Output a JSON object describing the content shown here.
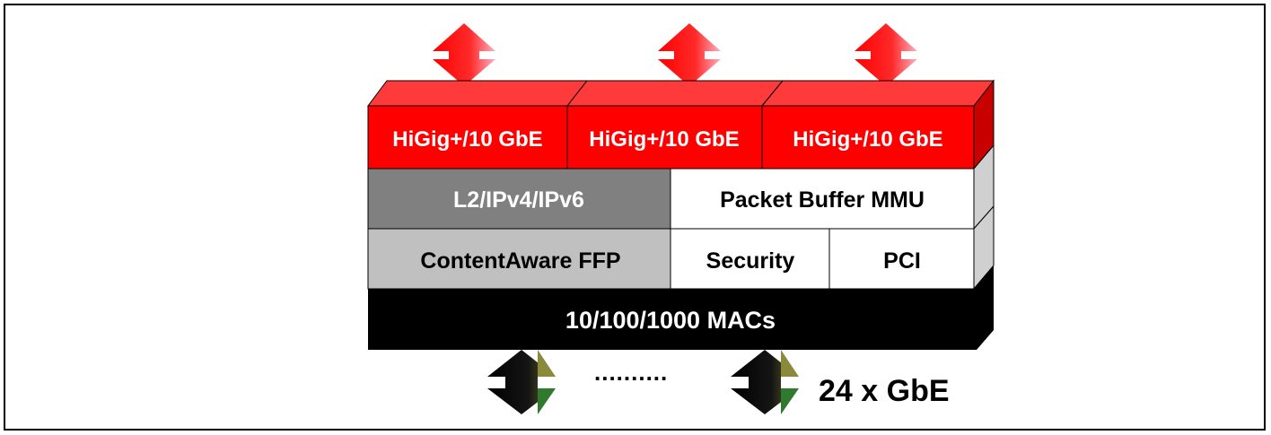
{
  "diagram": {
    "ports": [
      "HiGig+/10 GbE",
      "HiGig+/10 GbE",
      "HiGig+/10 GbE"
    ],
    "l2_block": "L2/IPv4/IPv6",
    "mmu_block": "Packet Buffer MMU",
    "ffp_block": "ContentAware FFP",
    "security_block": "Security",
    "pci_block": "PCI",
    "mac_block": "10/100/1000 MACs",
    "dots": "..........",
    "gbe_label": "24 x GbE"
  },
  "colors": {
    "port_red": "#ff0000",
    "port_red_top": "#ff3a3a",
    "port_red_side": "#c80000",
    "l2_gray": "#808080",
    "ffp_lightgray": "#c0c0c0",
    "mac_black": "#000000",
    "side_gray": "#d0d0d0",
    "arrow_red": "#ff1a1a",
    "arrow_dark": "#111111"
  }
}
